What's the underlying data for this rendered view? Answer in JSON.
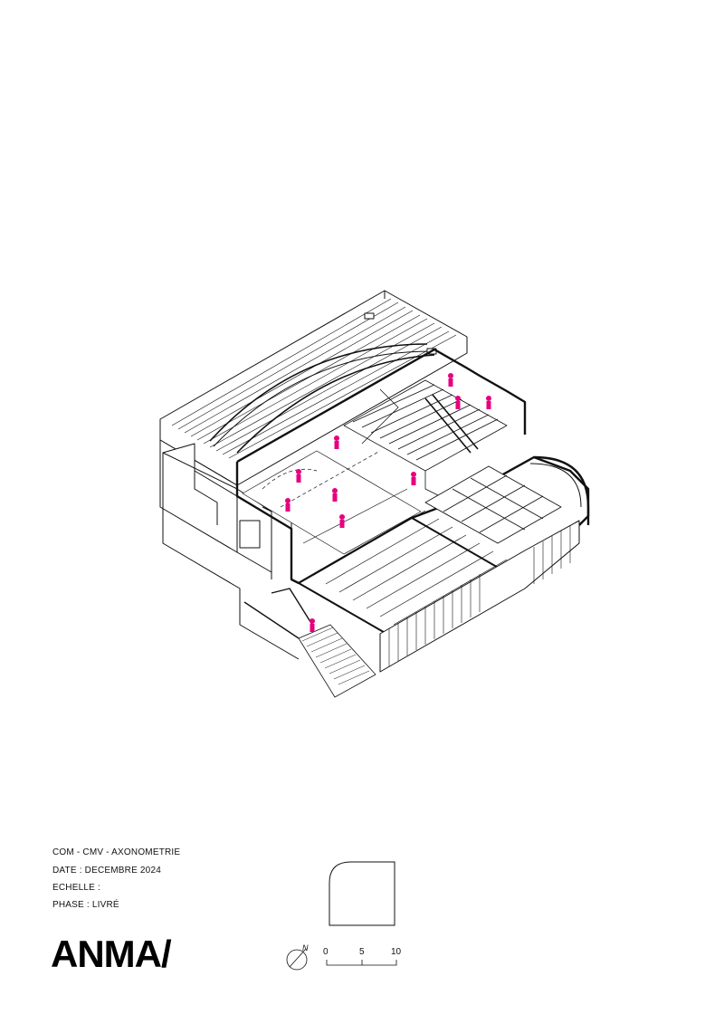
{
  "title_block": {
    "line1": "COM - CMV - AXONOMETRIE",
    "line2": "DATE :  DECEMBRE 2024",
    "line3": "ECHELLE :",
    "line4": "PHASE :  LIVRÉ"
  },
  "logo": "ANMA/",
  "north_label": "N",
  "scale_bar": {
    "labels": [
      "0",
      "5",
      "10"
    ]
  },
  "colors": {
    "ink": "#111111",
    "figures": "#e6007e",
    "background": "#ffffff"
  }
}
